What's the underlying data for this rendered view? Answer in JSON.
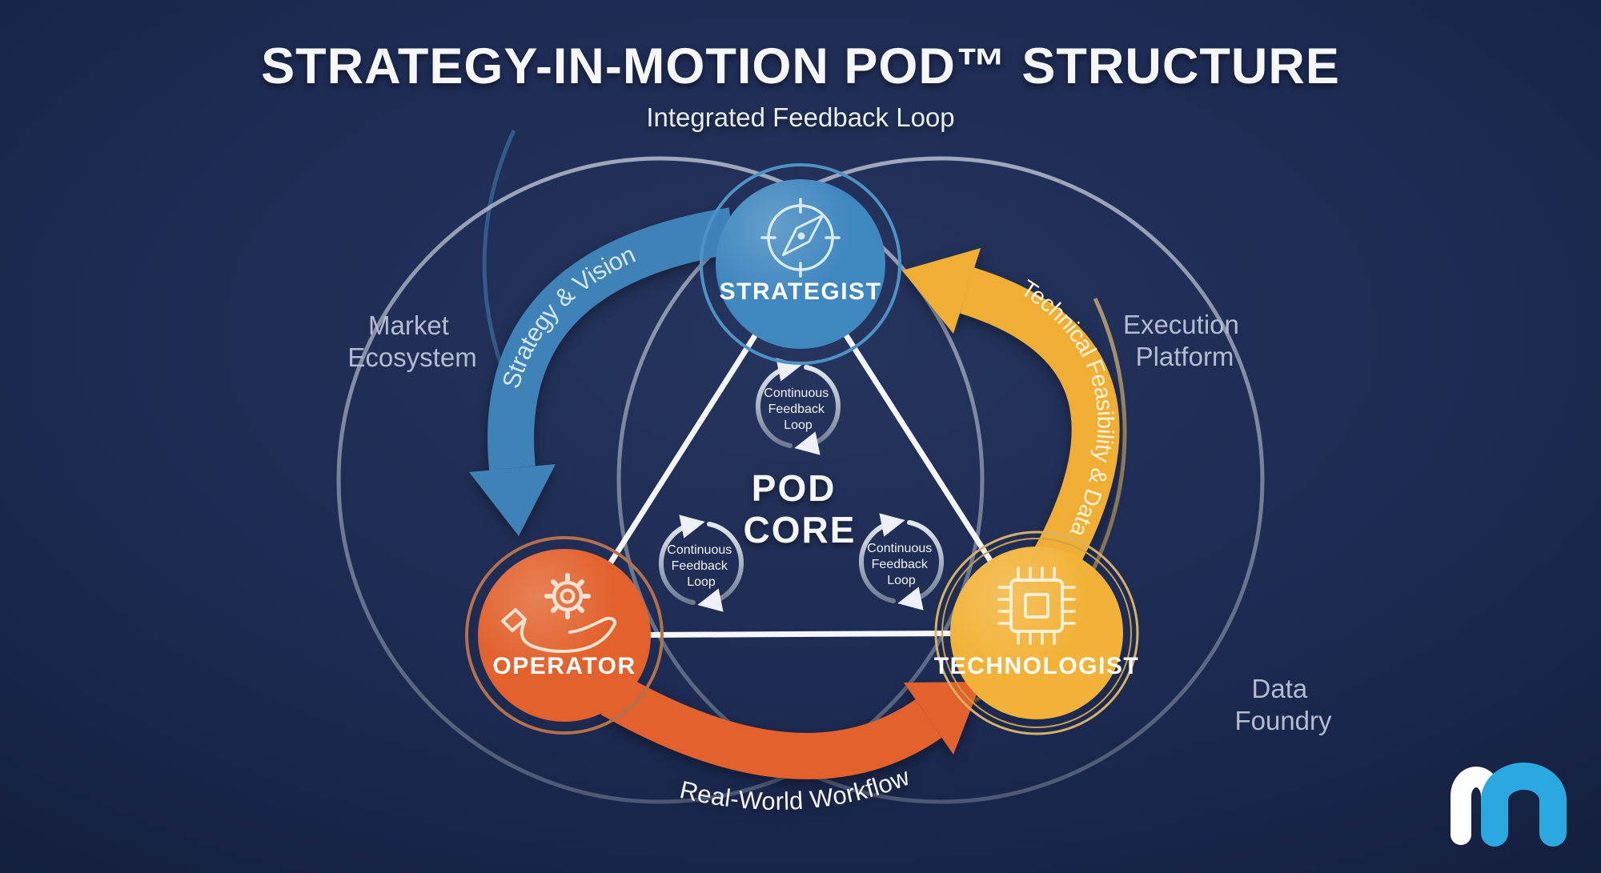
{
  "title": "STRATEGY-IN-MOTION POD™ STRUCTURE",
  "subtitle": "Integrated Feedback Loop",
  "core_label": {
    "lines": [
      "POD",
      "CORE"
    ]
  },
  "nodes": [
    {
      "id": "strategist",
      "label": "STRATEGIST",
      "color": "#3f87bf",
      "ring_color": "#4e93c6",
      "icon": "compass-icon"
    },
    {
      "id": "operator",
      "label": "OPERATOR",
      "color": "#e2612c",
      "ring_color": "#b4714a",
      "icon": "hand-gear-icon"
    },
    {
      "id": "technologist",
      "label": "TECHNOLOGIST",
      "color": "#f2b237",
      "ring_color": "#d8b264",
      "icon": "chip-icon"
    }
  ],
  "flows": [
    {
      "label": "Strategy & Vision",
      "from": "strategist",
      "to": "operator",
      "color": "#3e82b8"
    },
    {
      "label": "Technical Feasibility & Data",
      "from": "technologist",
      "to": "strategist",
      "color": "#f0ae35"
    },
    {
      "label": "Real-World Workflow",
      "from": "operator",
      "to": "technologist",
      "color": "#e2612c"
    }
  ],
  "feedback_loops": [
    {
      "lines": [
        "Continuous",
        "Feedback",
        "Loop"
      ]
    },
    {
      "lines": [
        "Continuous",
        "Feedback",
        "Loop"
      ]
    },
    {
      "lines": [
        "Continuous",
        "Feedback",
        "Loop"
      ]
    }
  ],
  "regions": [
    {
      "lines": [
        "Market",
        "Ecosystem"
      ]
    },
    {
      "lines": [
        "Execution",
        "Platform"
      ]
    },
    {
      "lines": [
        "Data",
        "Foundry"
      ]
    }
  ],
  "colors": {
    "background": "#1d2b52",
    "orbit_silver": "#aab4c4",
    "orbit_gold": "#b99355",
    "orbit_blue": "#3e79ab",
    "triangle": "#f5f7fa",
    "logo_white": "#ffffff",
    "logo_blue": "#2aa9e0"
  },
  "logo": {
    "name": "m-logo"
  }
}
